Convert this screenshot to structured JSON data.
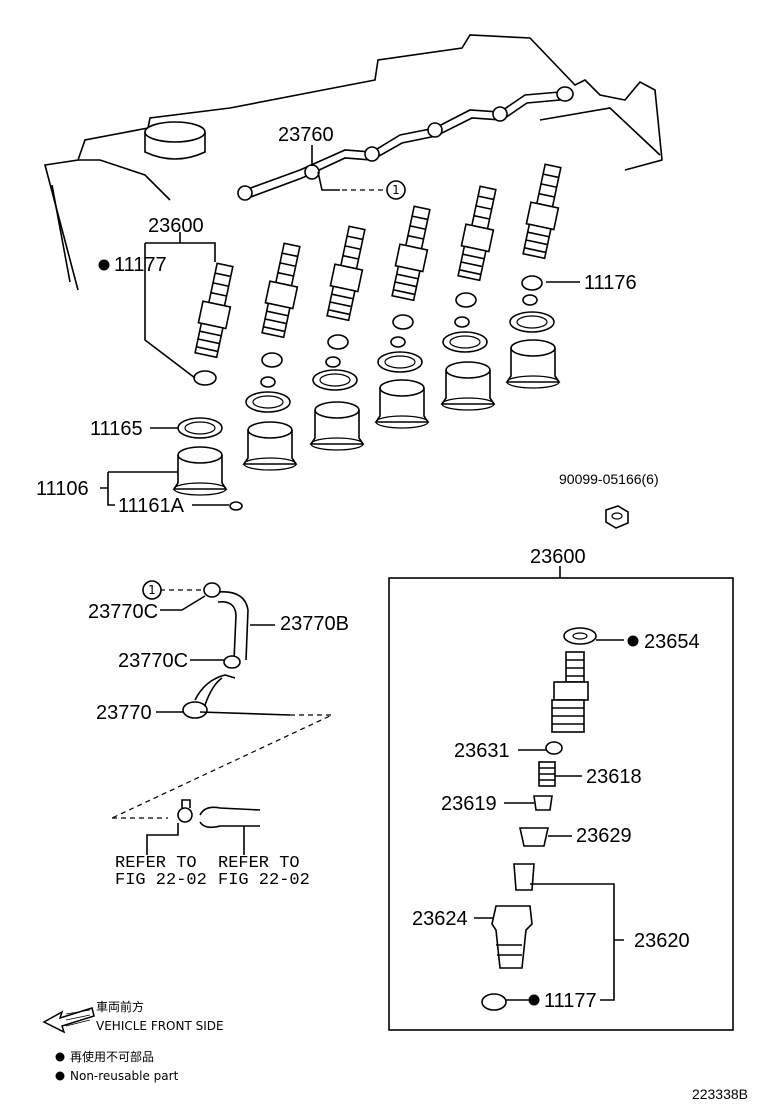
{
  "callouts": {
    "p23760": "23760",
    "p23600_top": "23600",
    "p11177_top": "11177",
    "p11176": "11176",
    "p11165": "11165",
    "p11106": "11106",
    "p11161A": "11161A",
    "p90099": "90099-05166(6)",
    "p23600_box": "23600",
    "p23654": "23654",
    "p23631": "23631",
    "p23618": "23618",
    "p23619": "23619",
    "p23629": "23629",
    "p23624": "23624",
    "p23620": "23620",
    "p11177_box": "11177",
    "p23770C_a": "23770C",
    "p23770B": "23770B",
    "p23770C_b": "23770C",
    "p23770": "23770"
  },
  "ref_marker": "1",
  "refer": {
    "line1": "REFER TO",
    "line2": "FIG 22-02"
  },
  "legend": {
    "front_jp": "車両前方",
    "front_en": "VEHICLE FRONT SIDE",
    "nonreuse_jp": "再使用不可部品",
    "nonreuse_en": "Non-reusable part"
  },
  "figure_code": "223338B",
  "icons": [
    "front-arrow-icon",
    "non-reusable-dot-icon"
  ]
}
